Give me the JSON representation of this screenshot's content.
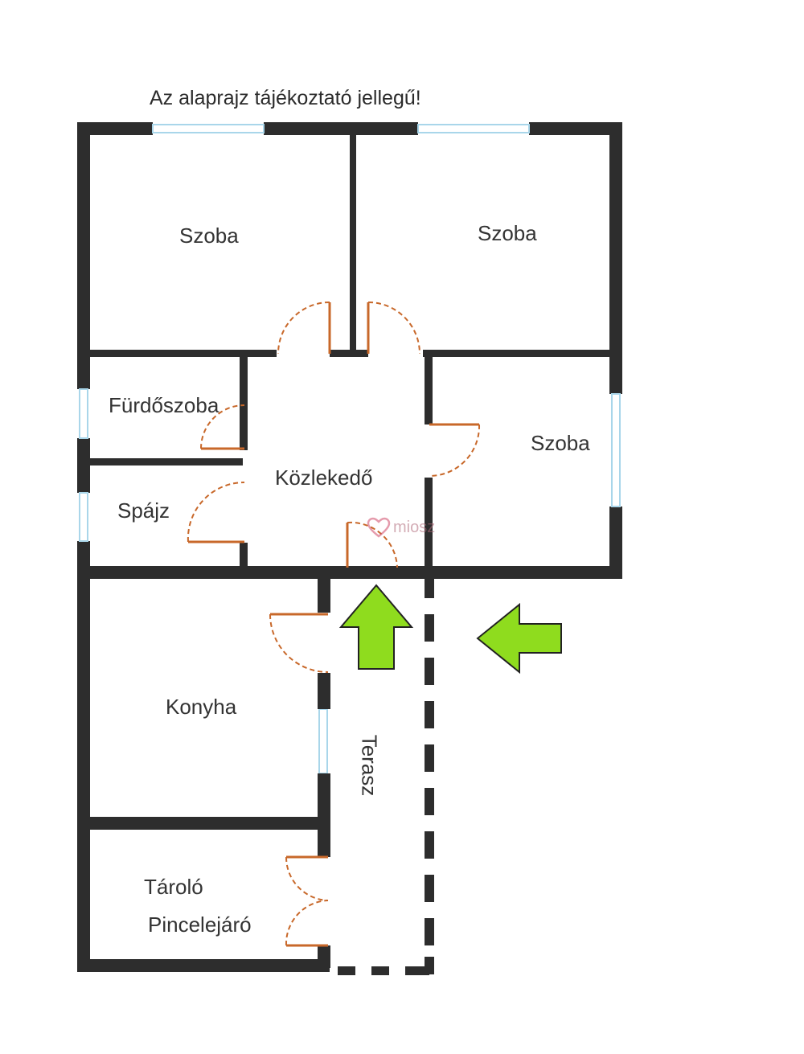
{
  "note": "Az alaprajz tájékoztató jellegű!",
  "rooms": {
    "szoba_top_left": "Szoba",
    "szoba_top_right": "Szoba",
    "szoba_right": "Szoba",
    "furdoszoba": "Fürdőszoba",
    "spajz": "Spájz",
    "kozlekedo": "Közlekedő",
    "konyha": "Konyha",
    "tarolo": "Tároló",
    "pincelejaro": "Pincelejáró",
    "terasz": "Terasz"
  },
  "watermark": "miosz",
  "colors": {
    "wall": "#2d2d2d",
    "window": "#a9d6ea",
    "door": "#c8682a",
    "arrow": "#8fdc1e"
  }
}
